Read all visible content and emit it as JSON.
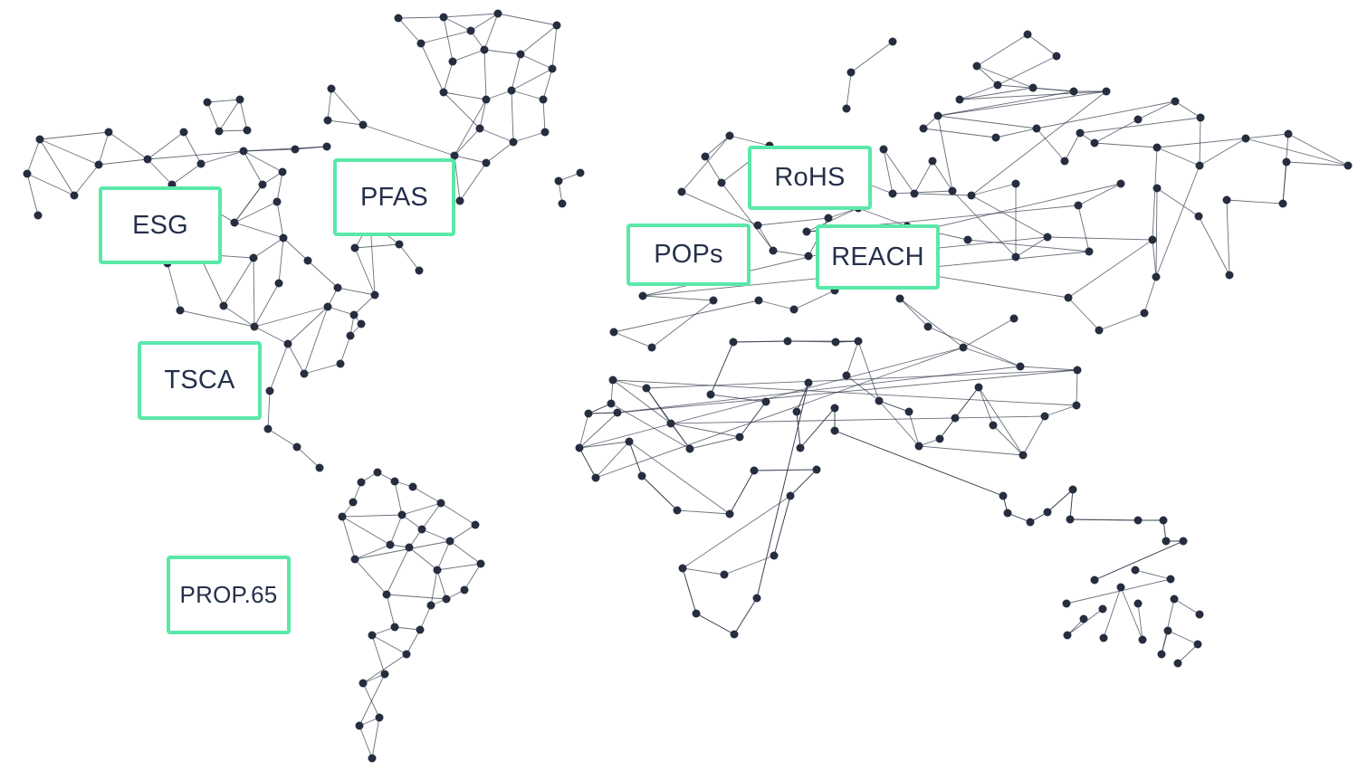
{
  "labels": {
    "pfas": "PFAS",
    "esg": "ESG",
    "tsca": "TSCA",
    "prop65": "PROP.65",
    "rohs": "RoHS",
    "pops": "POPs",
    "reach": "REACH"
  },
  "colors": {
    "box_border": "#5ae8a9",
    "label_text": "#25304a",
    "node": "#252d3f",
    "edge": "#2a3142",
    "background": "#ffffff"
  }
}
